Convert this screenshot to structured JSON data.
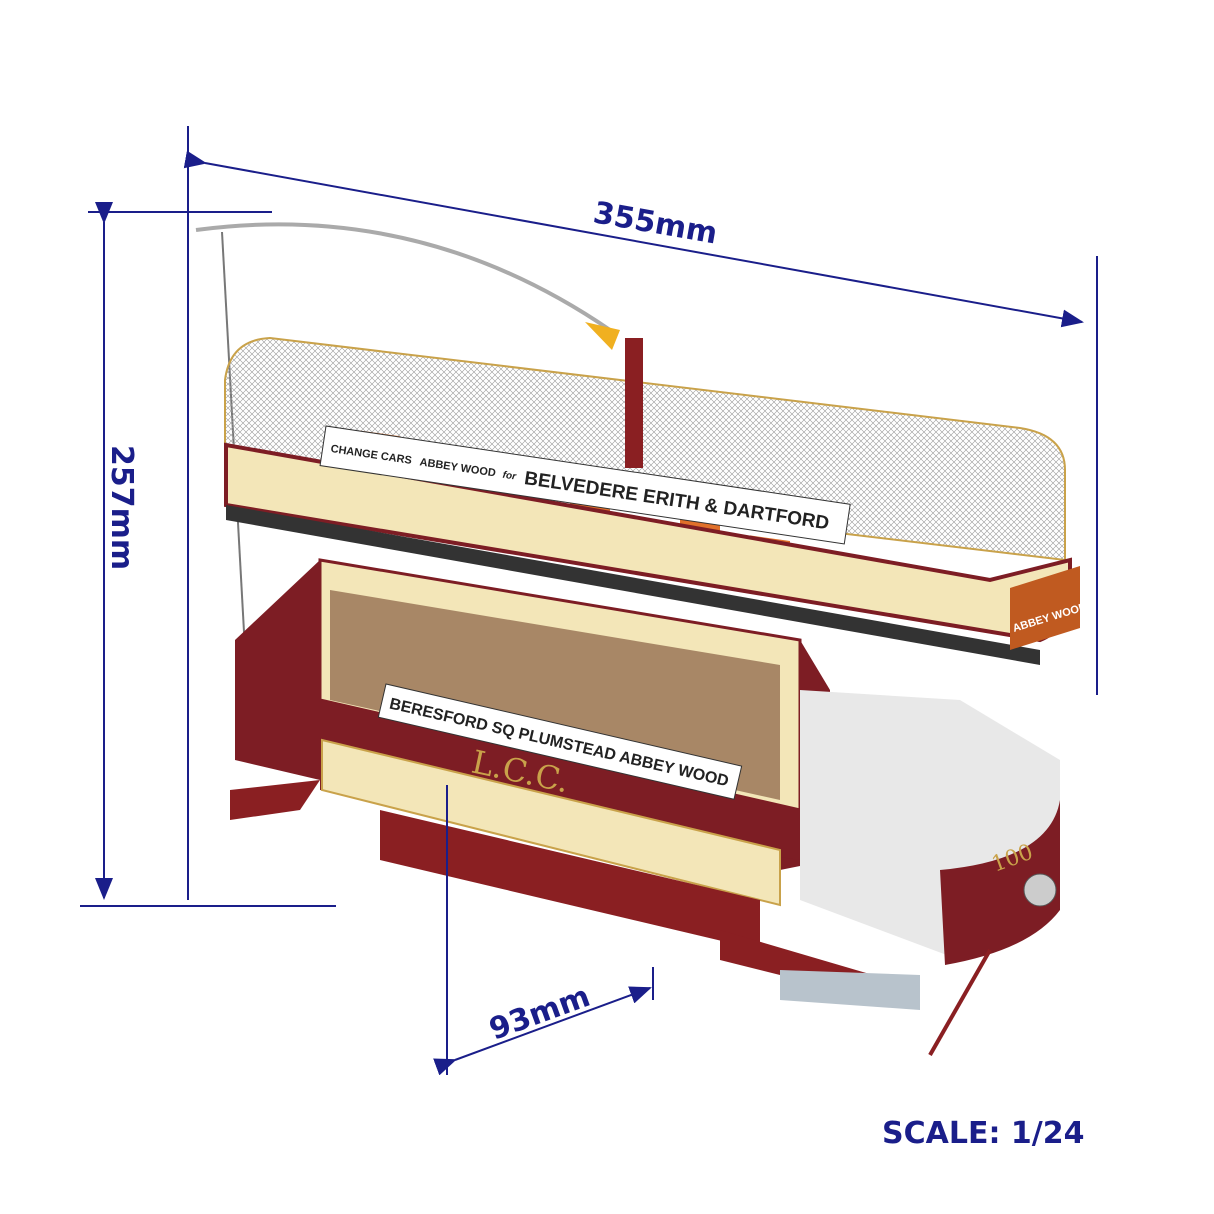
{
  "dimensions": {
    "length": "355mm",
    "height": "257mm",
    "width": "93mm"
  },
  "scale_label": "SCALE: 1/24",
  "tram": {
    "top_sign_small_1": "CHANGE CARS",
    "top_sign_small_2": "ABBEY WOOD",
    "top_sign_for": "for",
    "top_sign_main": "BELVEDERE ERITH & DARTFORD",
    "side_sign": "BERESFORD SQ PLUMSTEAD ABBEY WOOD",
    "side_lettering": "L.C.C.",
    "front_destination": "ABBEY WOOD",
    "fleet_number": "100"
  },
  "colors": {
    "dimension_ink": "#1a1e8a",
    "tram_maroon": "#7d1d24",
    "tram_cream": "#f3e6b8",
    "seat_orange": "#e0702a"
  }
}
